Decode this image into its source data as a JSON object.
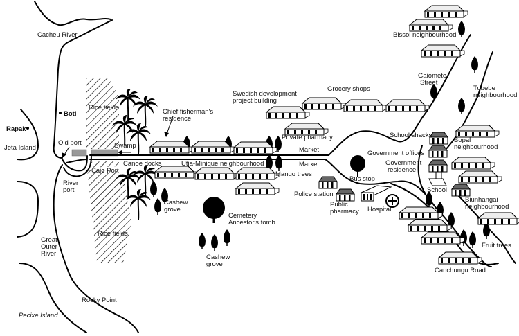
{
  "map": {
    "title": "Village sketch map",
    "water": {
      "cacheu_river": "Cacheu River",
      "great_outer_river": [
        "Great",
        "Outer",
        "River"
      ]
    },
    "places": {
      "boti": "Boti",
      "rapak": "Rapak",
      "jeta_island": "Jeta Island",
      "pecixe_island": "Pecixe Island",
      "rocky_point": "Rocky Point",
      "old_port": "Old port",
      "river_port": [
        "River",
        "port"
      ],
      "caio_port": "Caio Port",
      "canoe_docks": "Canoe docks",
      "swamp": "Swamp",
      "rice_fields_top": "Rice fields",
      "rice_fields_bottom": "Rice fields"
    },
    "landmarks": {
      "chief_fisherman": [
        "Chief fisherman's",
        "residence"
      ],
      "swedish_building": [
        "Swedish development",
        "project building"
      ],
      "grocery_shops": "Grocery shops",
      "private_pharmacy": "Private pharmacy",
      "market_north": "Market",
      "market_south": "Market",
      "utia_minique": "Utia-Minique neighbourhood",
      "mango_trees": "Mango trees",
      "cashew_grove_west": [
        "Cashew",
        "grove"
      ],
      "cashew_grove_south": [
        "Cashew",
        "grove"
      ],
      "cemetery": [
        "Cemetery",
        "Ancestor's tomb"
      ],
      "bus_stop": "Bus stop",
      "police_station": "Police station",
      "public_pharmacy": [
        "Public",
        "pharmacy"
      ],
      "hospital": "Hospital",
      "school_shacks": "School shacks",
      "government_offices": "Government offices",
      "government_residence": [
        "Government",
        "residence"
      ],
      "school": "School",
      "fruit_trees": "Fruit trees",
      "canchungu_road": "Canchungu Road"
    },
    "neighbourhoods": {
      "bissoi": "Bissoi neighbourhood",
      "gaiomete": [
        "Gaiomete",
        "Street"
      ],
      "tubebe": [
        "Tubebe",
        "neighbourhood"
      ],
      "bopal": [
        "Bopal",
        "neighbourhood"
      ],
      "biunhangai": [
        "Biunhangai",
        "neighbourhood"
      ]
    },
    "colors": {
      "ink": "#000000",
      "house_roof": "#e8e8e8",
      "civic_roof": "#6a6a6a",
      "swamp_fill": "#9a9a9a"
    }
  }
}
